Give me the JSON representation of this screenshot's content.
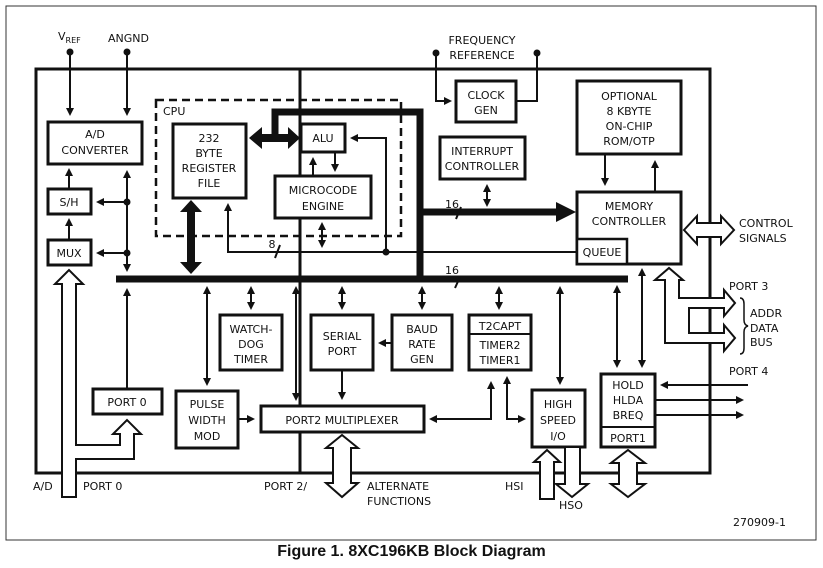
{
  "figure": {
    "caption": "Figure 1. 8XC196KB Block Diagram",
    "doc_number": "270909-1"
  },
  "external": {
    "vref_main": "V",
    "vref_sub": "REF",
    "angnd": "ANGND",
    "freq_ref_1": "FREQUENCY",
    "freq_ref_2": "REFERENCE",
    "control_1": "CONTROL",
    "control_2": "SIGNALS",
    "port3": "PORT 3",
    "port4": "PORT 4",
    "addr_1": "ADDR",
    "addr_2": "DATA",
    "addr_3": "BUS",
    "ad": "A/D",
    "port0_ext": "PORT 0",
    "port2_ext": "PORT 2/",
    "alt_1": "ALTERNATE",
    "alt_2": "FUNCTIONS",
    "hsi": "HSI",
    "hso": "HSO"
  },
  "blocks": {
    "cpu": "CPU",
    "ad_1": "A/D",
    "ad_2": "CONVERTER",
    "sh": "S/H",
    "mux": "MUX",
    "reg_1": "232",
    "reg_2": "BYTE",
    "reg_3": "REGISTER",
    "reg_4": "FILE",
    "alu": "ALU",
    "micro_1": "MICROCODE",
    "micro_2": "ENGINE",
    "clock_1": "CLOCK",
    "clock_2": "GEN",
    "int_1": "INTERRUPT",
    "int_2": "CONTROLLER",
    "rom_1": "OPTIONAL",
    "rom_2": "8 KBYTE",
    "rom_3": "ON-CHIP",
    "rom_4": "ROM/OTP",
    "mem_1": "MEMORY",
    "mem_2": "CONTROLLER",
    "queue": "QUEUE",
    "wd_1": "WATCH-",
    "wd_2": "DOG",
    "wd_3": "TIMER",
    "serial_1": "SERIAL",
    "serial_2": "PORT",
    "baud_1": "BAUD",
    "baud_2": "RATE",
    "baud_3": "GEN",
    "t2capt": "T2CAPT",
    "timer2": "TIMER2",
    "timer1": "TIMER1",
    "port0": "PORT 0",
    "pwm_1": "PULSE",
    "pwm_2": "WIDTH",
    "pwm_3": "MOD",
    "p2mux": "PORT2 MULTIPLEXER",
    "hsio_1": "HIGH",
    "hsio_2": "SPEED",
    "hsio_3": "I/O",
    "hold": "HOLD",
    "hlda": "HLDA",
    "breq": "BREQ",
    "port1": "PORT1"
  },
  "bus_widths": {
    "bus8": "8",
    "bus16a": "16",
    "bus16b": "16"
  }
}
